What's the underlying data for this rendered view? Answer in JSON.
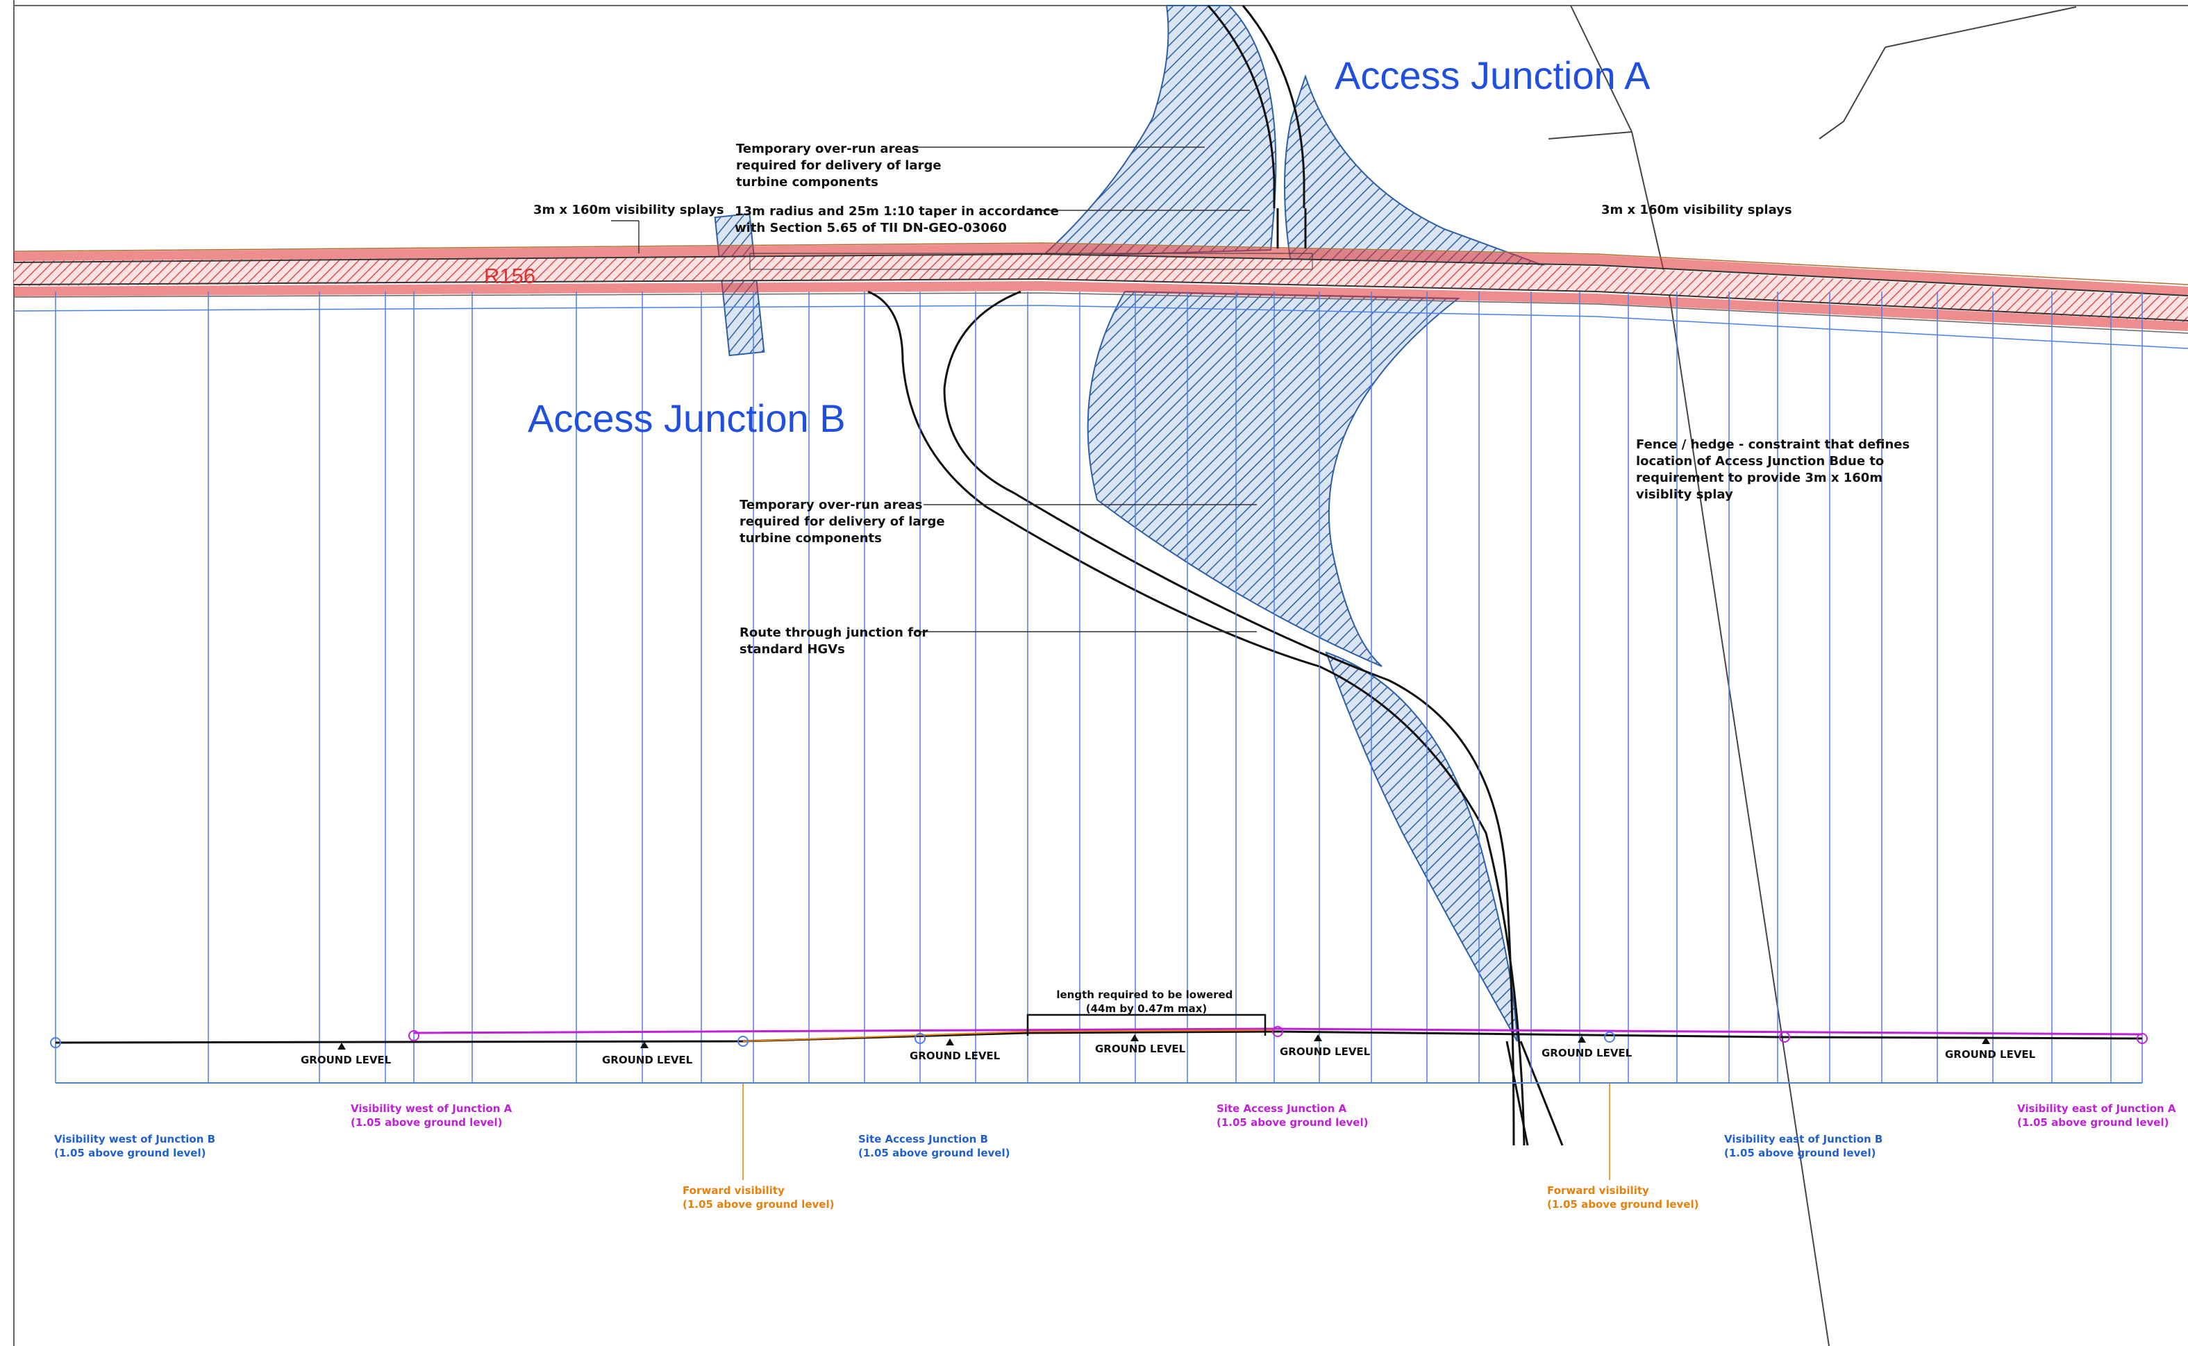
{
  "labels": {
    "junction_a": "Access Junction A",
    "junction_b": "Access Junction B",
    "road": "R156"
  },
  "notes": {
    "overrun_a": [
      "Temporary over-run areas",
      "required for delivery of large",
      "turbine components"
    ],
    "taper": [
      "13m radius and 25m 1:10 taper in accordance",
      "with Section 5.65 of TII DN-GEO-03060"
    ],
    "splay_west": "3m x 160m visibility splays",
    "splay_east": "3m x 160m visibility splays",
    "overrun_b": [
      "Temporary over-run areas",
      "required for delivery of large",
      "turbine components"
    ],
    "hgv_route": [
      "Route through junction for",
      "standard HGVs"
    ],
    "fence": [
      "Fence / hedge - constraint that defines",
      "location of Access Junction Bdue to",
      "requirement to provide 3m x 160m",
      "visiblity splay"
    ]
  },
  "profile": {
    "lowered": [
      "length required to be lowered",
      "(44m by 0.47m max)"
    ],
    "ground_level": "GROUND LEVEL",
    "visibility_labels": [
      {
        "id": "vis-west-b",
        "lines": [
          "Visibility west of Junction B",
          "(1.05 above ground level)"
        ],
        "color": "blue"
      },
      {
        "id": "vis-west-a",
        "lines": [
          "Visibility west of Junction A",
          "(1.05 above ground level)"
        ],
        "color": "magenta"
      },
      {
        "id": "fwd-vis-1",
        "lines": [
          "Forward visibility",
          "(1.05 above ground level)"
        ],
        "color": "orange"
      },
      {
        "id": "site-access-b",
        "lines": [
          "Site Access Junction B",
          "(1.05 above ground level)"
        ],
        "color": "blue"
      },
      {
        "id": "site-access-a",
        "lines": [
          "Site Access Junction A",
          "(1.05 above ground level)"
        ],
        "color": "magenta"
      },
      {
        "id": "fwd-vis-2",
        "lines": [
          "Forward visibility",
          "(1.05 above ground level)"
        ],
        "color": "orange"
      },
      {
        "id": "vis-east-b",
        "lines": [
          "Visibility east of Junction B",
          "(1.05 above ground level)"
        ],
        "color": "blue"
      },
      {
        "id": "vis-east-a",
        "lines": [
          "Visibility east of Junction A",
          "(1.05 above ground level)"
        ],
        "color": "magenta"
      }
    ]
  },
  "colors": {
    "blue_text": "#1f4fe0",
    "red_road": "#e03030",
    "hatch_blue": "#2c5fa8",
    "magenta": "#c020d8",
    "orange": "#e8800c",
    "section_blue": "#4a7ff0"
  }
}
